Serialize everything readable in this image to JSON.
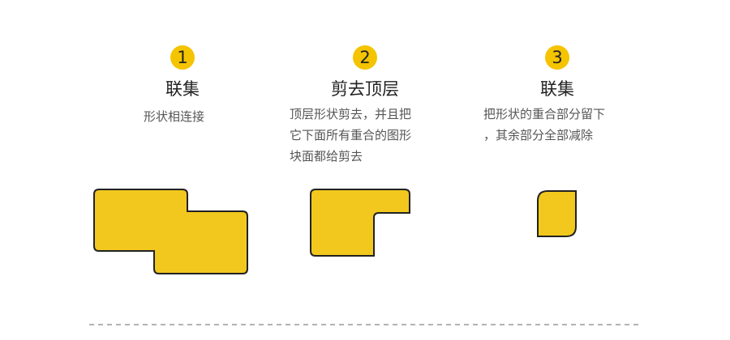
{
  "colors": {
    "fill": "#f2c81e",
    "stroke": "#222222",
    "badge": "#f5c400",
    "divider": "#999999"
  },
  "steps": [
    {
      "number": "1",
      "title": "联集",
      "desc": [
        "形状相连接"
      ]
    },
    {
      "number": "2",
      "title": "剪去顶层",
      "desc": [
        "顶层形状剪去，并且把",
        "它下面所有重合的图形",
        "块面都给剪去"
      ]
    },
    {
      "number": "3",
      "title": "联集",
      "desc": [
        "把形状的重合部分留下",
        "，其余部分全部减除"
      ]
    }
  ]
}
